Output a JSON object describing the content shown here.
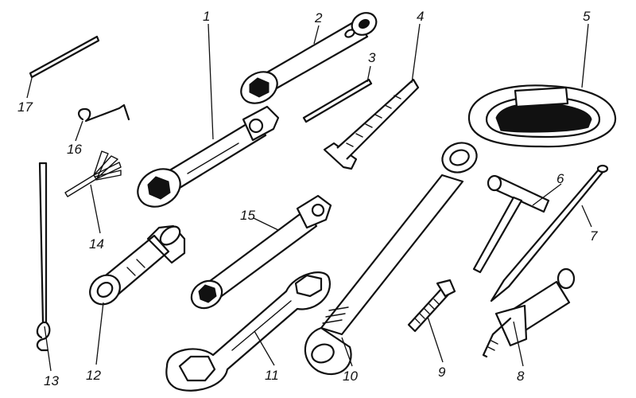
{
  "labels": {
    "l1": "1",
    "l2": "2",
    "l3": "3",
    "l4": "4",
    "l5": "5",
    "l6": "6",
    "l7": "7",
    "l8": "8",
    "l9": "9",
    "l10": "10",
    "l11": "11",
    "l12": "12",
    "l13": "13",
    "l14": "14",
    "l15": "15",
    "l16": "16",
    "l17": "17"
  },
  "ink_color": "#111111"
}
